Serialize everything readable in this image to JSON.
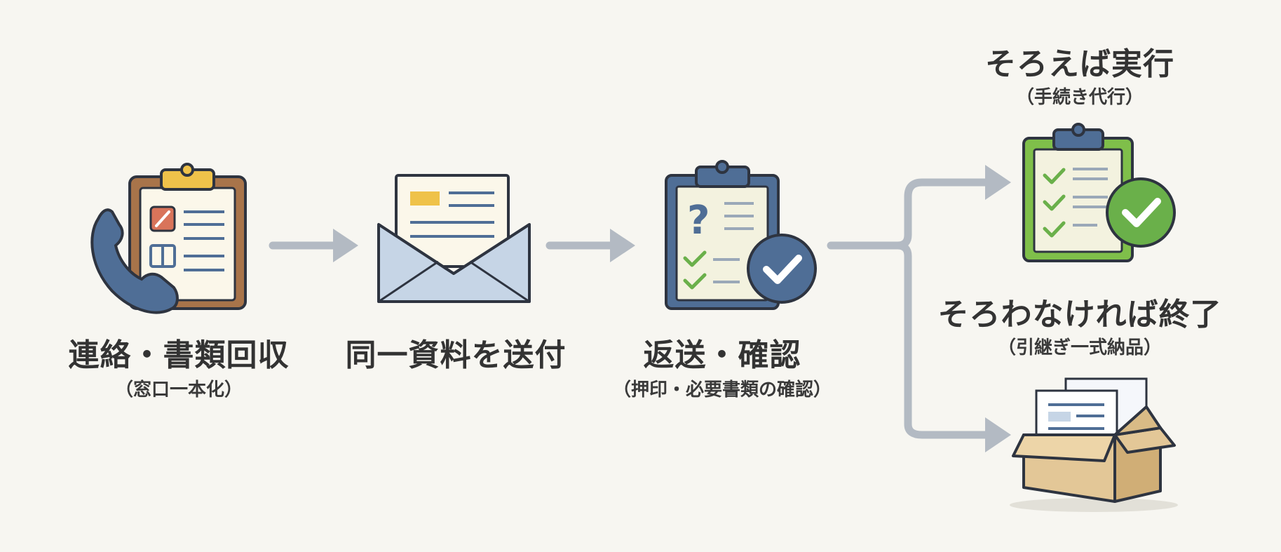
{
  "steps": [
    {
      "title": "連絡・書類回収",
      "subtitle": "（窓口一本化）",
      "icon": "clipboard-phone-icon"
    },
    {
      "title": "同一資料を送付",
      "subtitle": "",
      "icon": "open-envelope-icon"
    },
    {
      "title": "返送・確認",
      "subtitle": "（押印・必要書類の確認）",
      "icon": "clipboard-question-check-icon"
    }
  ],
  "branches": {
    "success": {
      "title": "そろえば実行",
      "subtitle": "（手続き代行）",
      "icon": "clipboard-complete-check-icon"
    },
    "failure": {
      "title": "そろわなければ終了",
      "subtitle": "（引継ぎ一式納品）",
      "icon": "box-documents-icon"
    }
  },
  "colors": {
    "arrow": "#b3bac3",
    "outline": "#2e3440",
    "brown_board": "#a8744a",
    "yellow_clip": "#efc24a",
    "navy_board": "#4f6e96",
    "green_board": "#7fbf4a",
    "green_check": "#6ab04a",
    "envelope": "#c6d5e6",
    "box": "#e3c797"
  }
}
